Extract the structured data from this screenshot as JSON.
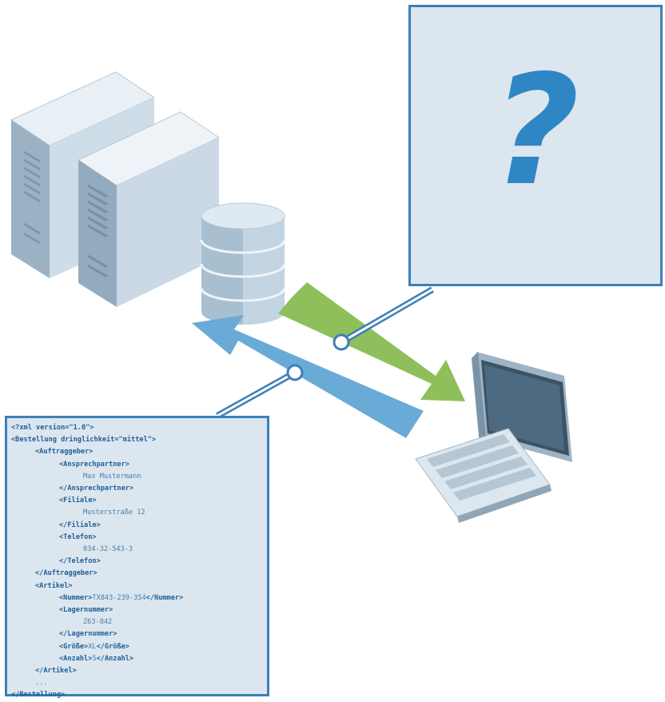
{
  "question_box": {
    "symbol": "?"
  },
  "xml_document": {
    "lines": [
      {
        "indent": 0,
        "tag": "<?xml version=\"1.0\">",
        "value": "",
        "close": ""
      },
      {
        "indent": 0,
        "tag": "<Bestellung dringlichkeit=\"mittel\">",
        "value": "",
        "close": ""
      },
      {
        "indent": 1,
        "tag": "<Auftraggeber>",
        "value": "",
        "close": ""
      },
      {
        "indent": 2,
        "tag": "<Ansprechpartner>",
        "value": "",
        "close": ""
      },
      {
        "indent": 3,
        "tag": "",
        "value": "Max Mustermann",
        "close": ""
      },
      {
        "indent": 2,
        "tag": "</Ansprechpartner>",
        "value": "",
        "close": ""
      },
      {
        "indent": 2,
        "tag": "<Filiale>",
        "value": "",
        "close": ""
      },
      {
        "indent": 3,
        "tag": "",
        "value": "Musterstraße 12",
        "close": ""
      },
      {
        "indent": 2,
        "tag": "</Filiale>",
        "value": "",
        "close": ""
      },
      {
        "indent": 2,
        "tag": "<Telefon>",
        "value": "",
        "close": ""
      },
      {
        "indent": 3,
        "tag": "",
        "value": "034-32-543-3",
        "close": ""
      },
      {
        "indent": 2,
        "tag": "</Telefon>",
        "value": "",
        "close": ""
      },
      {
        "indent": 1,
        "tag": "</Auftraggeber>",
        "value": "",
        "close": ""
      },
      {
        "indent": 1,
        "tag": "<Artikel>",
        "value": "",
        "close": ""
      },
      {
        "indent": 2,
        "tag": "<Nummer>",
        "value": "TX843-239-354",
        "close": "</Nummer>"
      },
      {
        "indent": 2,
        "tag": "<Lagernummer>",
        "value": "",
        "close": ""
      },
      {
        "indent": 3,
        "tag": "",
        "value": "Z63-842",
        "close": ""
      },
      {
        "indent": 2,
        "tag": "</Lagernummer>",
        "value": "",
        "close": ""
      },
      {
        "indent": 2,
        "tag": "<Größe>",
        "value": "XL",
        "close": "</Größe>"
      },
      {
        "indent": 2,
        "tag": "<Anzahl>",
        "value": "5",
        "close": "</Anzahl>"
      },
      {
        "indent": 1,
        "tag": "</Artikel>",
        "value": "",
        "close": ""
      },
      {
        "indent": 1,
        "tag": "",
        "value": "...",
        "close": ""
      },
      {
        "indent": 0,
        "tag": "</Bestellung>",
        "value": "",
        "close": ""
      }
    ]
  },
  "colors": {
    "accent_blue": "#3d7fb8",
    "arrow_blue": "#6aaad6",
    "arrow_green": "#8fbf5a",
    "box_fill": "#dbe6ef",
    "hardware_light": "#cfdde8",
    "hardware_dark": "#7b96ab"
  },
  "icons": [
    "server-tower-icon",
    "database-icon",
    "desktop-computer-icon",
    "keyboard-icon"
  ]
}
